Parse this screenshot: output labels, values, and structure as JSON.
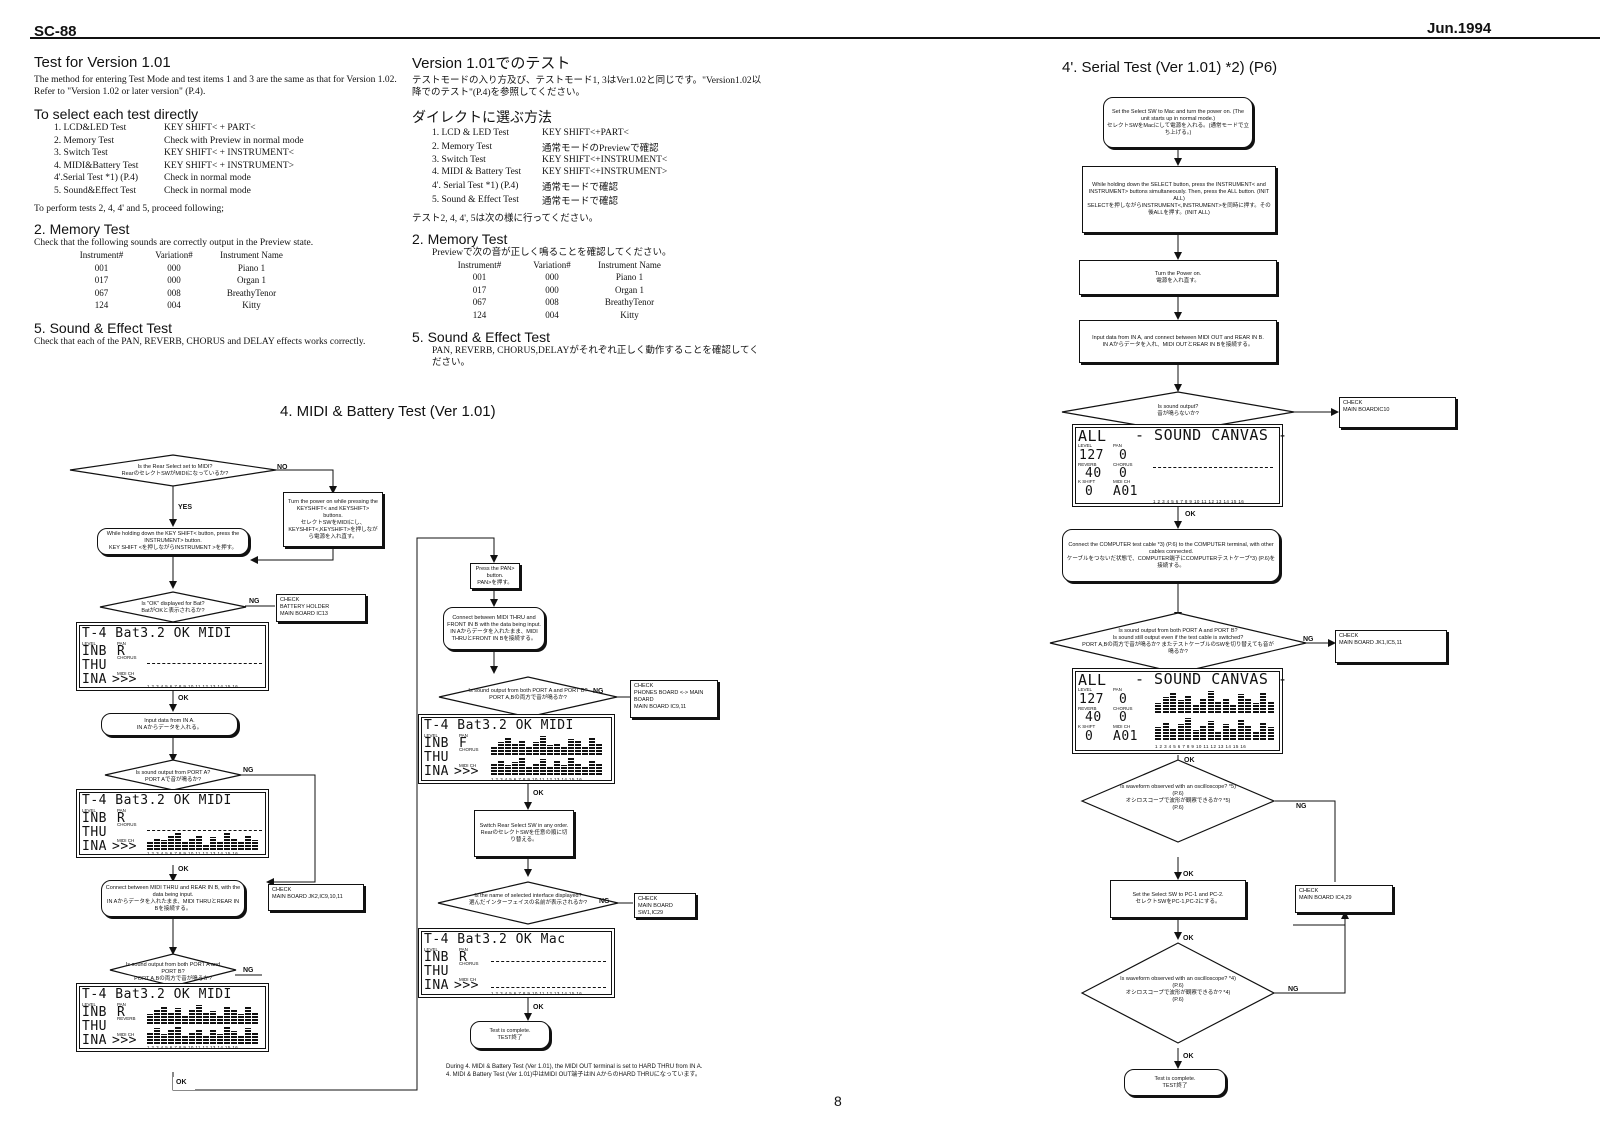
{
  "header": {
    "left": "SC-88",
    "right": "Jun.1994",
    "page_number": "8"
  },
  "en": {
    "title": "Test for Version 1.01",
    "intro": "The method for entering Test Mode and test items 1 and 3 are the same as that for Version 1.02. Refer to \"Version 1.02 or later version\" (P.4).",
    "select_heading": "To select each test directly",
    "tests": [
      {
        "name": "1. LCD&LED Test",
        "how": "KEY SHIFT< + PART<"
      },
      {
        "name": "2. Memory Test",
        "how": "Check with Preview in normal mode"
      },
      {
        "name": "3. Switch Test",
        "how": "KEY SHIFT< + INSTRUMENT<"
      },
      {
        "name": "4. MIDI&Battery Test",
        "how": "KEY SHIFT< + INSTRUMENT>"
      },
      {
        "name": "4'.Serial Test *1) (P.4)",
        "how": "Check in normal mode"
      },
      {
        "name": "5.  Sound&Effect Test",
        "how": "Check in normal mode"
      }
    ],
    "proceed": "To perform tests 2, 4, 4' and 5, proceed following;",
    "memory_heading": "2. Memory Test",
    "memory_text": "Check that the following sounds are correctly output in the Preview state.",
    "sound_heading": "5. Sound & Effect Test",
    "sound_text": "Check that each of the PAN, REVERB, CHORUS and DELAY effects works correctly."
  },
  "jp": {
    "title": "Version 1.01でのテスト",
    "intro": "テストモードの入り方及び、テストモード1, 3はVer1.02と同じです。\"Version1.02以降でのテスト\"(P.4)を参照してください。",
    "select_heading": "ダイレクトに選ぶ方法",
    "tests": [
      {
        "name": "1. LCD & LED Test",
        "how": "KEY SHIFT<+PART<"
      },
      {
        "name": "2. Memory Test",
        "how": "通常モードのPreviewで確認"
      },
      {
        "name": "3. Switch Test",
        "how": "KEY SHIFT<+INSTRUMENT<"
      },
      {
        "name": "4. MIDI & Battery Test",
        "how": "KEY SHIFT<+INSTRUMENT>"
      },
      {
        "name": "4'. Serial Test *1) (P.4)",
        "how": "通常モードで確認"
      },
      {
        "name": "5. Sound & Effect Test",
        "how": "通常モードで確認"
      }
    ],
    "proceed": "テスト2, 4, 4', 5は次の様に行ってください。",
    "memory_heading": "2. Memory Test",
    "memory_text": "Previewで次の音が正しく鳴ることを確認してください。",
    "sound_heading": "5. Sound & Effect Test",
    "sound_text": "PAN, REVERB, CHORUS,DELAYがそれぞれ正しく動作することを確認してください。"
  },
  "memory_table": {
    "headers": [
      "Instrument#",
      "Variation#",
      "Instrument Name"
    ],
    "rows": [
      [
        "001",
        "000",
        "Piano 1"
      ],
      [
        "017",
        "000",
        "Organ 1"
      ],
      [
        "067",
        "008",
        "BreathyTenor"
      ],
      [
        "124",
        "004",
        "Kitty"
      ]
    ]
  },
  "midi_test": {
    "title": "4. MIDI & Battery Test (Ver 1.01)",
    "q1": "Is the Rear Select set to MIDI?\nRearのセレクトSWがMIDIになっているか?",
    "no_label": "NO",
    "yes_label": "YES",
    "power_box": "Turn the power on while pressing the KEYSHIFT< and KEYSHIFT> buttons.\nセレクトSWをMIDIにし、KEYSHIFT<,KEYSHIFT>を押しながら電源を入れ直す。",
    "hold_box": "While holding down the KEY SHIFT< button, press the INSTRUMENT> button.\nKEY SHIFT <を押しながらINSTRUMENT >を押す。",
    "q2": "Is \"OK\" displayed for Bat?\nBatがOKと表示されるか?",
    "check1": "CHECK\nBATTERY HOLDER\nMAIN BOARD IC13",
    "ok": "OK",
    "ng": "NG",
    "input_a": "Input data from IN A.\nIN Aからデータを入れる。",
    "q3": "Is sound output from PORT A?\nPORT Aで音が鳴るか?",
    "connect_rear": "Connect between MIDI THRU and REAR IN B, with the data being input.\nIN Aからデータを入れたまま、MIDI THRUとREAR IN Bを接続する。",
    "check2": "CHECK\nMAIN BOARD JK2,IC9,10,11",
    "q4": "Is sound output from both PORT A and PORT B?\nPORT A,Bの両方で音が鳴るか?",
    "pan_box": "Press the PAN> button.\nPAN>を押す。",
    "connect_front": "Connect between MIDI THRU and FRONT IN B with the data being input.\nIN Aからデータを入れたまま、MIDI THRUとFRONT IN Bを接続する。",
    "q5": "Is sound output from both PORT A and PORT B?\nPORT A,Bの両方で音が鳴るか?",
    "check3": "CHECK\nPHONES BOARD <-> MAIN BOARD\nMAIN BOARD IC9,11",
    "switch_box": "Switch Rear Select SW in any order.\nRearのセレクトSWを任意の順に切り替える。",
    "q6": "Is the name of selected interface displayed?\n選んだインターフェイスの名前が表示されるか?",
    "check4": "CHECK\nMAIN BOARD\nSW1,IC29",
    "complete": "Test is complete.\nTEST終了",
    "footnote": "During 4. MIDI & Battery Test (Ver 1.01), the MIDI OUT terminal is set to HARD THRU from IN A.\n4. MIDI & Battery Test (Ver 1.01)中はMIDI OUT端子はIN AからのHARD THRUになっています。"
  },
  "lcd": {
    "midi_line": "T-4  Bat3.2 OK MIDI",
    "mac_line": "T-4  Bat3.2 OK Mac",
    "inb": "INB",
    "r": "R",
    "f": "F",
    "thu": "THU",
    "ina": "INA",
    "arrows": ">>>",
    "level": "LEVEL",
    "pan": "PAN",
    "reverb": "REVERB",
    "chorus": "CHORUS",
    "kshift": "K SHIFT",
    "midich": "MIDI CH",
    "scale": "1 2 3 4 5 6 7 8 9 10 11 12 13 14 15 16",
    "sc_all": "ALL",
    "sc_title": "- SOUND CANVAS -",
    "sc_127": "127",
    "sc_0": "0",
    "sc_40": "40",
    "sc_a01": "A01"
  },
  "serial_test": {
    "title": "4'. Serial Test (Ver 1.01) *2) (P6)",
    "s1": "Set the Select SW to Mac and turn the power on. (The unit starts up in normal mode.)\nセレクトSWをMacにして電源を入れる。(通常モードで立ち上げる。)",
    "s2": "While holding down the SELECT button, press the INSTRUMENT< and INSTRUMENT> buttons simultaneously. Then, press the ALL button. (INIT ALL)\nSELECTを押しながらINSTRUMENT<,INSTRUMENT>を同時に押す。その後ALLを押す。(INIT ALL)",
    "s3": "Turn the Power on.\n電源を入れ直す。",
    "s4": "Input data from IN A, and connect between MIDI OUT and REAR IN B.\nIN Aからデータを入れ、MIDI OUTとREAR IN Bを接続する。",
    "q1": "Is sound output?\n音が鳴らないか?",
    "check1": "CHECK\nMAIN BOARDIC10",
    "s5": "Connect the COMPUTER test cable *3) (P.6) to the COMPUTER terminal, with other cables connected.\nケーブルをつないだ状態で、COMPUTER端子にCOMPUTERテストケーブ*3) (P.6)を接続する。",
    "q2": "Is sound output from both PORT A and PORT B?\nIs sound still output even if the test cable is switched?\nPORT A,Bの両方で音が鳴るか? またテストケーブルのSWを切り替えても音が鳴るか?",
    "check2": "CHECK\nMAIN BOARD JK1,IC5,11",
    "q3": "Is waveform observed with an oscilloscope? *5)\n(P.6)\nオシロスコープで波形が観察できるか? *5)\n(P.6)",
    "s6": "Set the Select SW to PC-1 and PC-2.\nセレクトSWをPC-1,PC-2にする。",
    "check3": "CHECK\nMAIN BOARD IC4,29",
    "q4": "Is waveform observed with an oscilloscope? *4)\n(P.6)\nオシロスコープで波形が観察できるか? *4)\n(P.6)",
    "complete": "Test is complete.\nTEST終了",
    "ok": "OK",
    "ng": "NG"
  }
}
